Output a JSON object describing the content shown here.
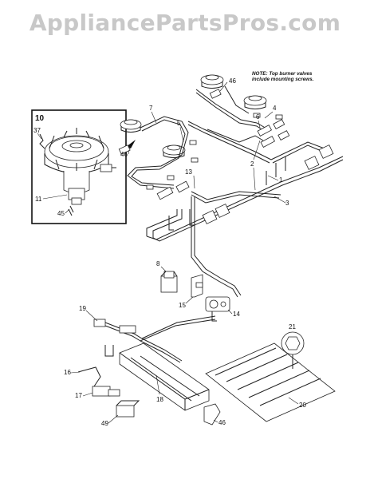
{
  "watermark": "AppliancePartsPros.com",
  "note": {
    "line1": "NOTE: Top burner valves",
    "line2": "include mounting screws."
  },
  "inset_label": "10",
  "labels": {
    "l1": "1",
    "l2": "2",
    "l3": "3",
    "l4": "4",
    "l5": "5",
    "l6": "6",
    "l7": "7",
    "l8": "8",
    "l11": "11",
    "l13": "13",
    "l14": "14",
    "l15": "15",
    "l16": "16",
    "l17": "17",
    "l18": "18",
    "l19": "19",
    "l20": "20",
    "l21": "21",
    "l37": "37",
    "l45": "45",
    "l46a": "46",
    "l46b": "46",
    "l46c": "46",
    "l49": "49"
  }
}
